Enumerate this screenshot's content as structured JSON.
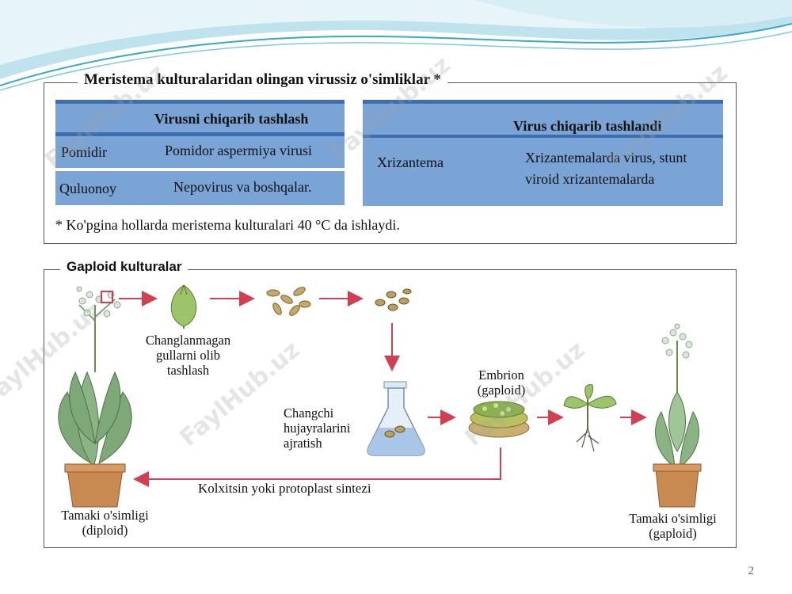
{
  "top_panel": {
    "title": "Meristema kulturalaridan olingan virussiz o'simliklar *",
    "left_table": {
      "header": "Virusni chiqarib tashlash",
      "rows": [
        {
          "plant": "Pomidir",
          "virus": "Pomidor aspermiya virusi"
        },
        {
          "plant": "Quluonoy",
          "virus": "Nepovirus va boshqalar."
        }
      ]
    },
    "right_table": {
      "header": "Virus chiqarib tashlandi",
      "plant": "Xrizantema",
      "virus_line1": "Xrizantemalarda virus, stunt",
      "virus_line2": "viroid xrizantemalarda"
    },
    "footnote": "* Ko'pgina hollarda meristema kulturalari 40 °C da ishlaydi."
  },
  "bottom_panel": {
    "title": "Gaploid kulturalar",
    "step1": [
      "Changlanmagan",
      "gullarni olib",
      "tashlash"
    ],
    "step2": [
      "Changchi",
      "hujayralarini",
      "ajratish"
    ],
    "embryo": [
      "Embrion",
      "(gaploid)"
    ],
    "return_arrow": "Kolxitsin yoki protoplast sintezi",
    "plant_diploid": [
      "Tamaki o'simligi",
      "(diploid)"
    ],
    "plant_haploid": [
      "Tamaki o'simligi",
      "(gaploid)"
    ]
  },
  "watermark": "FaylHub.uz",
  "page_number": "2",
  "colors": {
    "table_fill": "#7aa3d6",
    "table_rule": "#3d6fb0",
    "arrow": "#d04050",
    "leaf": "#7fa878",
    "pot": "#c98a52",
    "wave": "#3aa7c9"
  }
}
